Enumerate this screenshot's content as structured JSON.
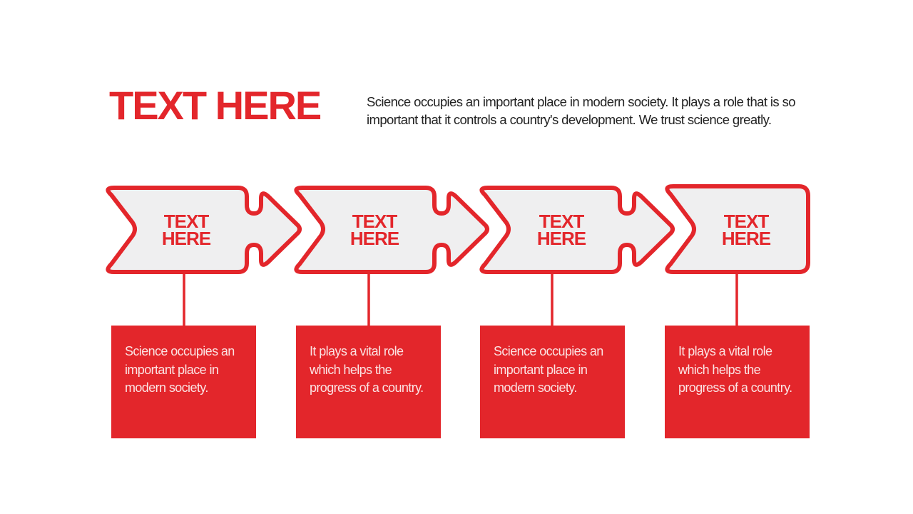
{
  "title": "TEXT HERE",
  "intro": "Science occupies an important place in modern society. It plays a role that is so important that it controls a country's development. We trust science greatly.",
  "colors": {
    "accent": "#e3262b",
    "shape_fill": "#efeff0",
    "box_text": "#fbe3e3",
    "body_text": "#222222"
  },
  "steps": [
    {
      "label_line1": "TEXT",
      "label_line2": "HERE",
      "description": "Science occupies an important place in modern society."
    },
    {
      "label_line1": "TEXT",
      "label_line2": "HERE",
      "description": "It plays a vital role which helps the progress of a country."
    },
    {
      "label_line1": "TEXT",
      "label_line2": "HERE",
      "description": "Science occupies an important place in modern society."
    },
    {
      "label_line1": "TEXT",
      "label_line2": "HERE",
      "description": "It plays a vital role which helps the progress of a country."
    }
  ]
}
